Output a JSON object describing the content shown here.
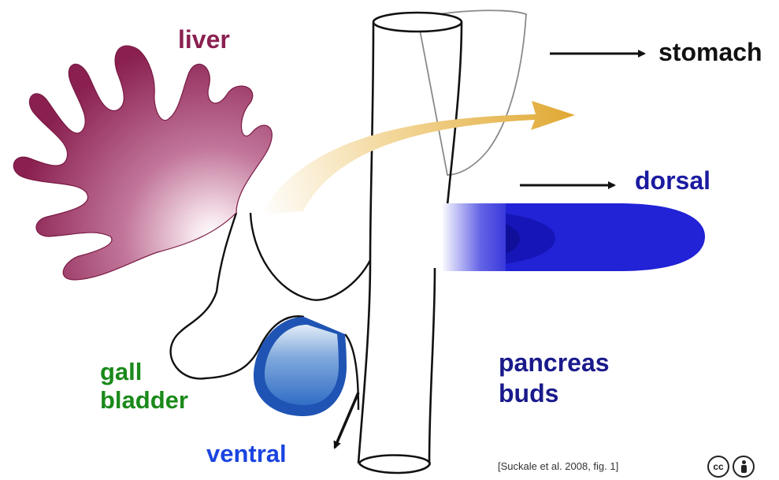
{
  "labels": {
    "liver": "liver",
    "stomach": "stomach",
    "dorsal": "dorsal",
    "gall_bladder": [
      "gall",
      "bladder"
    ],
    "pancreas_buds": [
      "pancreas",
      "buds"
    ],
    "ventral": "ventral"
  },
  "citation": "[Suckale et al. 2008, fig. 1]",
  "license_badges": [
    {
      "name": "cc-badge",
      "text": "cc"
    },
    {
      "name": "by-badge",
      "text": ""
    }
  ],
  "colors": {
    "liver": "#8a2050",
    "liver_highlight": "#f7e6ee",
    "ventral_bud": "#2a68c4",
    "ventral_bud_dark": "#173a9c",
    "dorsal_bud": "#2222d6",
    "dorsal_bud_dark": "#0f0f9a",
    "migration_arrow": "#e0a832",
    "outline": "#111111"
  }
}
